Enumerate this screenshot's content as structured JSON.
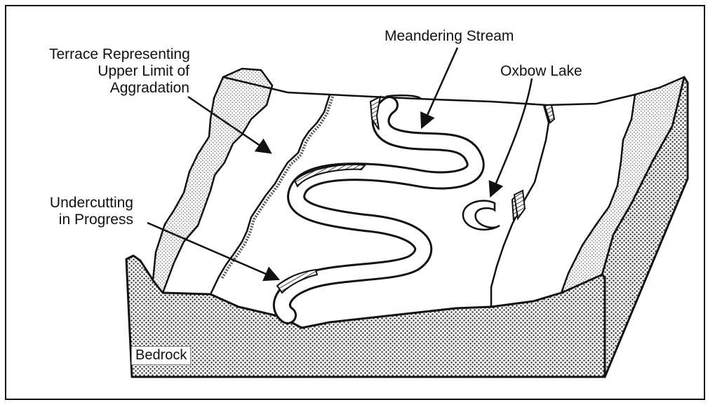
{
  "labels": {
    "terrace_line1": "Terrace Representing",
    "terrace_line2": "Upper Limit of",
    "terrace_line3": "Aggradation",
    "meandering_stream": "Meandering Stream",
    "oxbow_lake": "Oxbow Lake",
    "undercutting_line1": "Undercutting",
    "undercutting_line2": "in Progress",
    "bedrock": "Bedrock"
  }
}
